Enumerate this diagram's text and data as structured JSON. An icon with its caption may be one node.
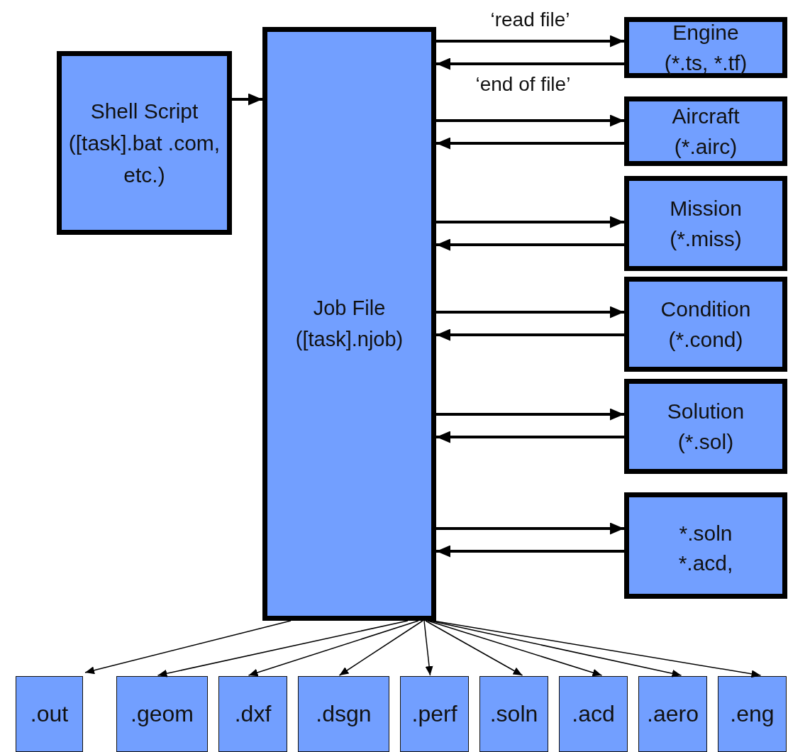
{
  "diagram": {
    "nodes": [
      {
        "text": [
          "Shell Script",
          "([task].bat .com, etc.)"
        ]
      },
      {
        "text": [
          "Job File ([task].njob)"
        ]
      },
      {
        "text": [
          "Engine",
          "(*.ts, *.tf)"
        ]
      },
      {
        "text": [
          "Aircraft",
          "(*.airc)"
        ]
      },
      {
        "text": [
          "Mission",
          "(*.miss)"
        ]
      },
      {
        "text": [
          "Condition",
          "(*.cond)"
        ]
      },
      {
        "text": [
          "Solution",
          "(*.sol)"
        ]
      },
      {
        "text": [
          "*.soln",
          "*.acd,"
        ]
      },
      {
        "text": [
          ".out"
        ]
      },
      {
        "text": [
          ".geom"
        ]
      },
      {
        "text": [
          ".dxf"
        ]
      },
      {
        "text": [
          ".dsgn"
        ]
      },
      {
        "text": [
          ".perf"
        ]
      },
      {
        "text": [
          ".soln"
        ]
      },
      {
        "text": [
          ".acd"
        ]
      },
      {
        "text": [
          ".aero"
        ]
      },
      {
        "text": [
          ".eng"
        ]
      }
    ],
    "edges": [
      {
        "from": 0,
        "to": 1,
        "arrow": "to"
      },
      {
        "from": 1,
        "to": 2,
        "arrow": "to",
        "label": "‘read file’"
      },
      {
        "from": 2,
        "to": 1,
        "arrow": "to",
        "label": "‘end of file’"
      },
      {
        "from": 1,
        "to": 3,
        "arrow": "to"
      },
      {
        "from": 3,
        "to": 1,
        "arrow": "to"
      },
      {
        "from": 1,
        "to": 4,
        "arrow": "to"
      },
      {
        "from": 4,
        "to": 1,
        "arrow": "to"
      },
      {
        "from": 1,
        "to": 5,
        "arrow": "to"
      },
      {
        "from": 5,
        "to": 1,
        "arrow": "to"
      },
      {
        "from": 1,
        "to": 6,
        "arrow": "to"
      },
      {
        "from": 6,
        "to": 1,
        "arrow": "to"
      },
      {
        "from": 1,
        "to": 7,
        "arrow": "to"
      },
      {
        "from": 7,
        "to": 1,
        "arrow": "to"
      },
      {
        "from": 1,
        "to": 8,
        "arrow": "to"
      },
      {
        "from": 1,
        "to": 9,
        "arrow": "to"
      },
      {
        "from": 1,
        "to": 10,
        "arrow": "to"
      },
      {
        "from": 1,
        "to": 11,
        "arrow": "to"
      },
      {
        "from": 1,
        "to": 12,
        "arrow": "to"
      },
      {
        "from": 1,
        "to": 13,
        "arrow": "to"
      },
      {
        "from": 1,
        "to": 14,
        "arrow": "to"
      },
      {
        "from": 1,
        "to": 15,
        "arrow": "to"
      },
      {
        "from": 1,
        "to": 16,
        "arrow": "to"
      }
    ]
  }
}
